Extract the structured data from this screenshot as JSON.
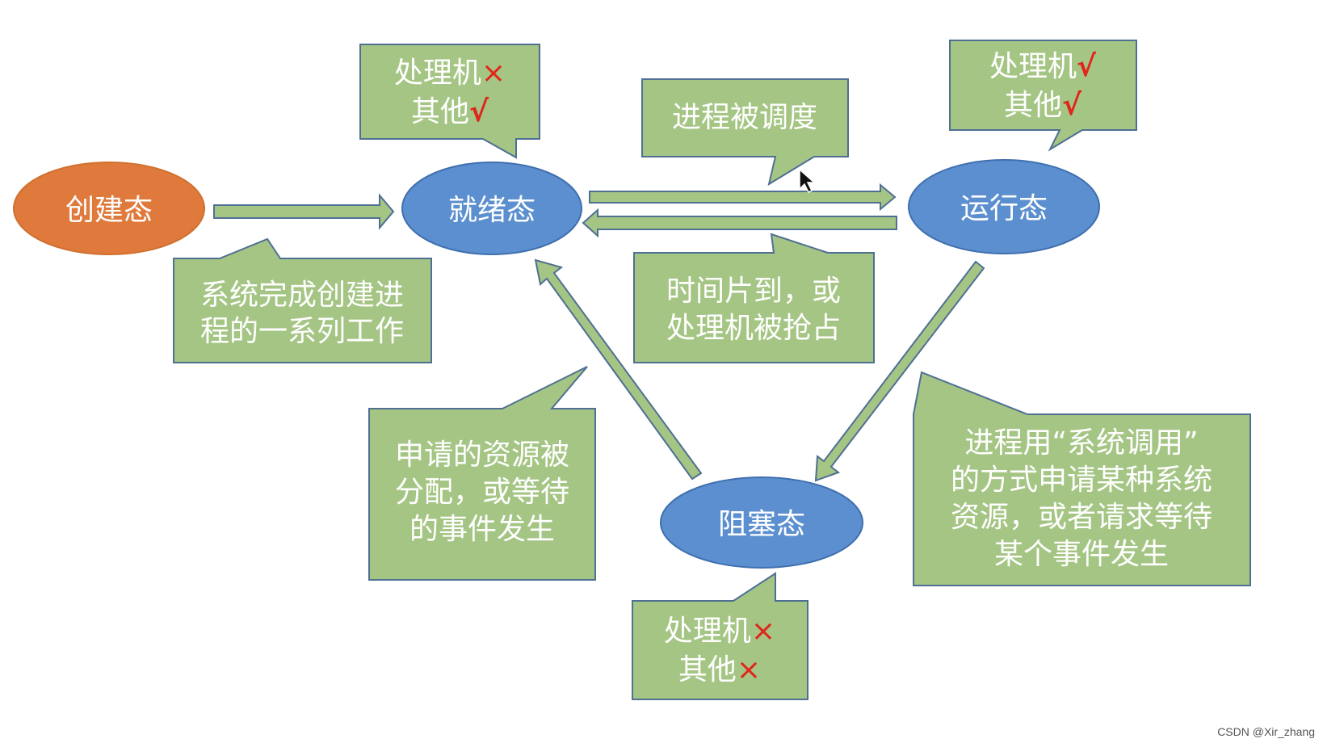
{
  "colors": {
    "state_fill": "#5b8fcf",
    "state_stroke": "#3f6fae",
    "create_fill": "#e07a3c",
    "box_fill": "#a5c584",
    "box_stroke": "#4f6f93",
    "arrow_fill": "#a5c584",
    "mark_color": "#e0251b"
  },
  "states": {
    "create": "创建态",
    "ready": "就绪态",
    "running": "运行态",
    "blocked": "阻塞态"
  },
  "callouts": {
    "ready_resources": {
      "processor": "处理机",
      "processor_mark": "×",
      "other": "其他",
      "other_mark": "√"
    },
    "running_resources": {
      "processor": "处理机",
      "processor_mark": "√",
      "other": "其他",
      "other_mark": "√"
    },
    "blocked_resources": {
      "processor": "处理机",
      "processor_mark": "×",
      "other": "其他",
      "other_mark": "×"
    },
    "scheduled": "进程被调度",
    "create_work": [
      "系统完成创建进",
      "程的一系列工作"
    ],
    "timeslice": [
      "时间片到，或",
      "处理机被抢占"
    ],
    "resource_granted": [
      "申请的资源被",
      "分配，或等待",
      "的事件发生"
    ],
    "syscall_request": [
      "进程用“系统调用”",
      "的方式申请某种系统",
      "资源，或者请求等待",
      "某个事件发生"
    ]
  },
  "watermark": "CSDN @Xir_zhang"
}
